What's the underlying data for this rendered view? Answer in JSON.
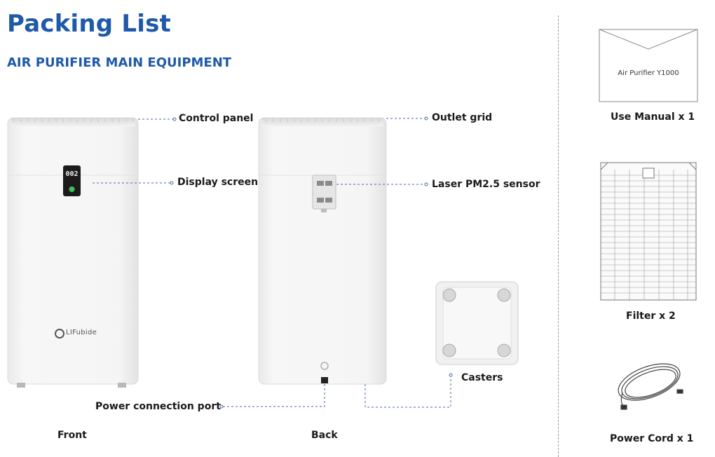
{
  "title": "Packing List",
  "subtitle": "AIR PURIFIER MAIN EQUIPMENT",
  "labels": {
    "control_panel": "Control panel",
    "display_screen": "Display screen",
    "outlet_grid": "Outlet grid",
    "laser_sensor": "Laser PM2.5 sensor",
    "casters": "Casters",
    "power_port": "Power connection port"
  },
  "display_reading": "002",
  "brand": "LIFubide",
  "views": {
    "front": "Front",
    "back": "Back"
  },
  "accessories": {
    "manual_cover_text": "Air Purifier Y1000",
    "manual": "Use Manual x 1",
    "filter": "Filter x 2",
    "cord": "Power Cord x 1"
  },
  "colors": {
    "heading_blue": "#1f5aa8",
    "screen_green": "#3fbf5a"
  }
}
